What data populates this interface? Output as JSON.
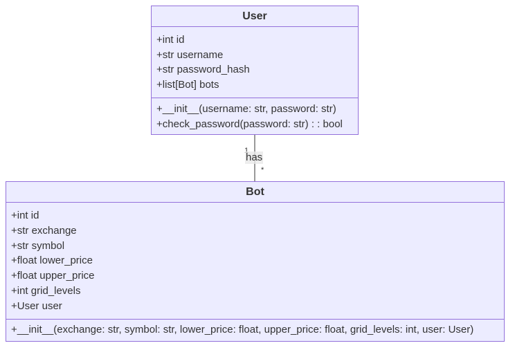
{
  "classes": {
    "user": {
      "name": "User",
      "attributes": [
        "+int id",
        "+str username",
        "+str password_hash",
        "+list[Bot] bots"
      ],
      "methods": [
        "+__init__(username: str, password: str)",
        "+check_password(password: str) : : bool"
      ]
    },
    "bot": {
      "name": "Bot",
      "attributes": [
        "+int id",
        "+str exchange",
        "+str symbol",
        "+float lower_price",
        "+float upper_price",
        "+int grid_levels",
        "+User user"
      ],
      "methods": [
        "+__init__(exchange: str, symbol: str, lower_price: float, upper_price: float, grid_levels: int, user: User)"
      ]
    }
  },
  "relationship": {
    "label": "has",
    "source_multiplicity": "1",
    "target_multiplicity": "*"
  },
  "colors": {
    "class_fill": "#ececff",
    "class_border": "#9370db",
    "line": "#333333",
    "text": "#333333"
  }
}
